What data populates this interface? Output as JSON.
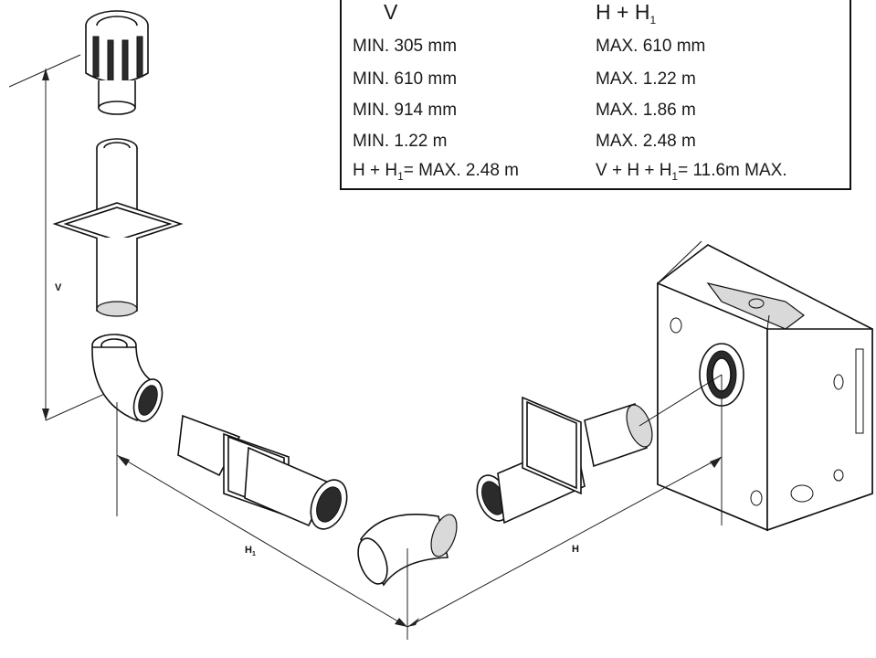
{
  "table": {
    "headers": {
      "v": "V",
      "h_base": "H + H",
      "h_sub": "1"
    },
    "rows": [
      {
        "v": "MIN. 305 mm",
        "h": "MAX. 610 mm"
      },
      {
        "v": "MIN. 610 mm",
        "h": "MAX. 1.22 m"
      },
      {
        "v": "MIN. 914 mm",
        "h": "MAX. 1.86 m"
      },
      {
        "v": "MIN. 1.22 m",
        "h": "MAX. 2.48 m"
      }
    ],
    "footer": {
      "left_a": "H + H",
      "left_sub": "1",
      "left_b": "= MAX. 2.48 m",
      "right_a": "V + H + H",
      "right_sub": "1",
      "right_b": "= 11.6m MAX."
    }
  },
  "labels": {
    "v": "V",
    "h1_base": "H",
    "h1_sub": "1",
    "h": "H"
  }
}
